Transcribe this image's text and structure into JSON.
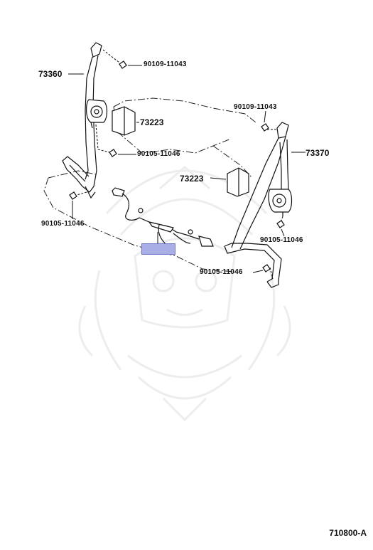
{
  "diagram": {
    "labels": {
      "p73360": "73360",
      "p73370": "73370",
      "p73223_left": "73223",
      "p73223_right": "73223",
      "bolt_top_left": "90109-11043",
      "bolt_top_right": "90109-11043",
      "bolt_mid_left": "90105-11046",
      "bolt_low_left": "90105-11046",
      "bolt_mid_right": "90105-11046",
      "bolt_low_right": "90105-11046"
    },
    "highlight_color": "#a9afe6",
    "figure_code": "710800-A"
  }
}
